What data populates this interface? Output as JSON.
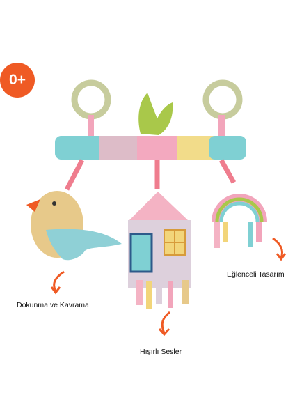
{
  "badge": {
    "label": "0+"
  },
  "features": {
    "touch_grasp": "Dokunma ve Kavrama",
    "crinkle_sounds": "Hışırlı Sesler",
    "fun_design": "Eğlenceli Tasarım"
  },
  "colors": {
    "accent": "#ef5a24",
    "bar_blue": "#7fd0d3",
    "bar_pink": "#f3a9bf",
    "bar_yellow": "#f2dc8a",
    "leaf_green": "#a9c84a"
  }
}
